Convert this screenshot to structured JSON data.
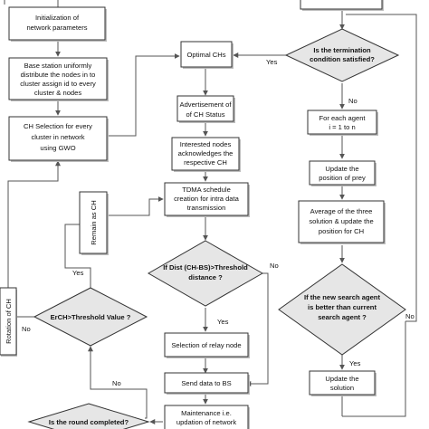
{
  "nodes": {
    "init_params": [
      "Initialization of",
      "network parameters"
    ],
    "bs_distribute": [
      "Base station uniformly",
      "distribute the nodes in to",
      "cluster assign id to every",
      "cluster & nodes"
    ],
    "ch_selection": [
      "CH Selection for every",
      "cluster in network",
      "using GWO"
    ],
    "rotation_ch": "Rotation of CH",
    "remain_ch": "Remain as CH",
    "optimal_chs": "Optimal CHs",
    "advertisement": [
      "Advertisement of",
      "of CH Status"
    ],
    "interested_nodes": [
      "Interested nodes",
      "acknowledges the",
      "respective CH"
    ],
    "tdma": [
      "TDMA schedule",
      "creation for intra data",
      "transmission"
    ],
    "relay_selection": "Selection of relay node",
    "send_bs": "Send data to BS",
    "maintenance": [
      "Maintenance i.e.",
      "updation of network"
    ],
    "termination": [
      "Is the termination",
      "condition satisfied?"
    ],
    "for_each_agent": [
      "For each agent",
      "i = 1 to n"
    ],
    "update_prey": [
      "Update the",
      "position of prey"
    ],
    "average": [
      "Average of the three",
      "solution & update the",
      "position for CH"
    ],
    "new_search": [
      "If the new search agent",
      "is better than current",
      "search agent ?"
    ],
    "update_solution": [
      "Update the",
      "solution"
    ],
    "dist_threshold": [
      "If Dist (CH-BS)>Threshold",
      "distance ?"
    ],
    "erch_threshold": "ErCH>Threshold Value ?",
    "round_completed": "Is the round completed?"
  },
  "labels": {
    "yes_opt": "Yes",
    "no_term": "No",
    "yes_dist": "Yes",
    "no_dist": "No",
    "yes_erch": "Yes",
    "no_erch": "No",
    "no_round": "No",
    "no_new": "No",
    "yes_new": "Yes"
  }
}
